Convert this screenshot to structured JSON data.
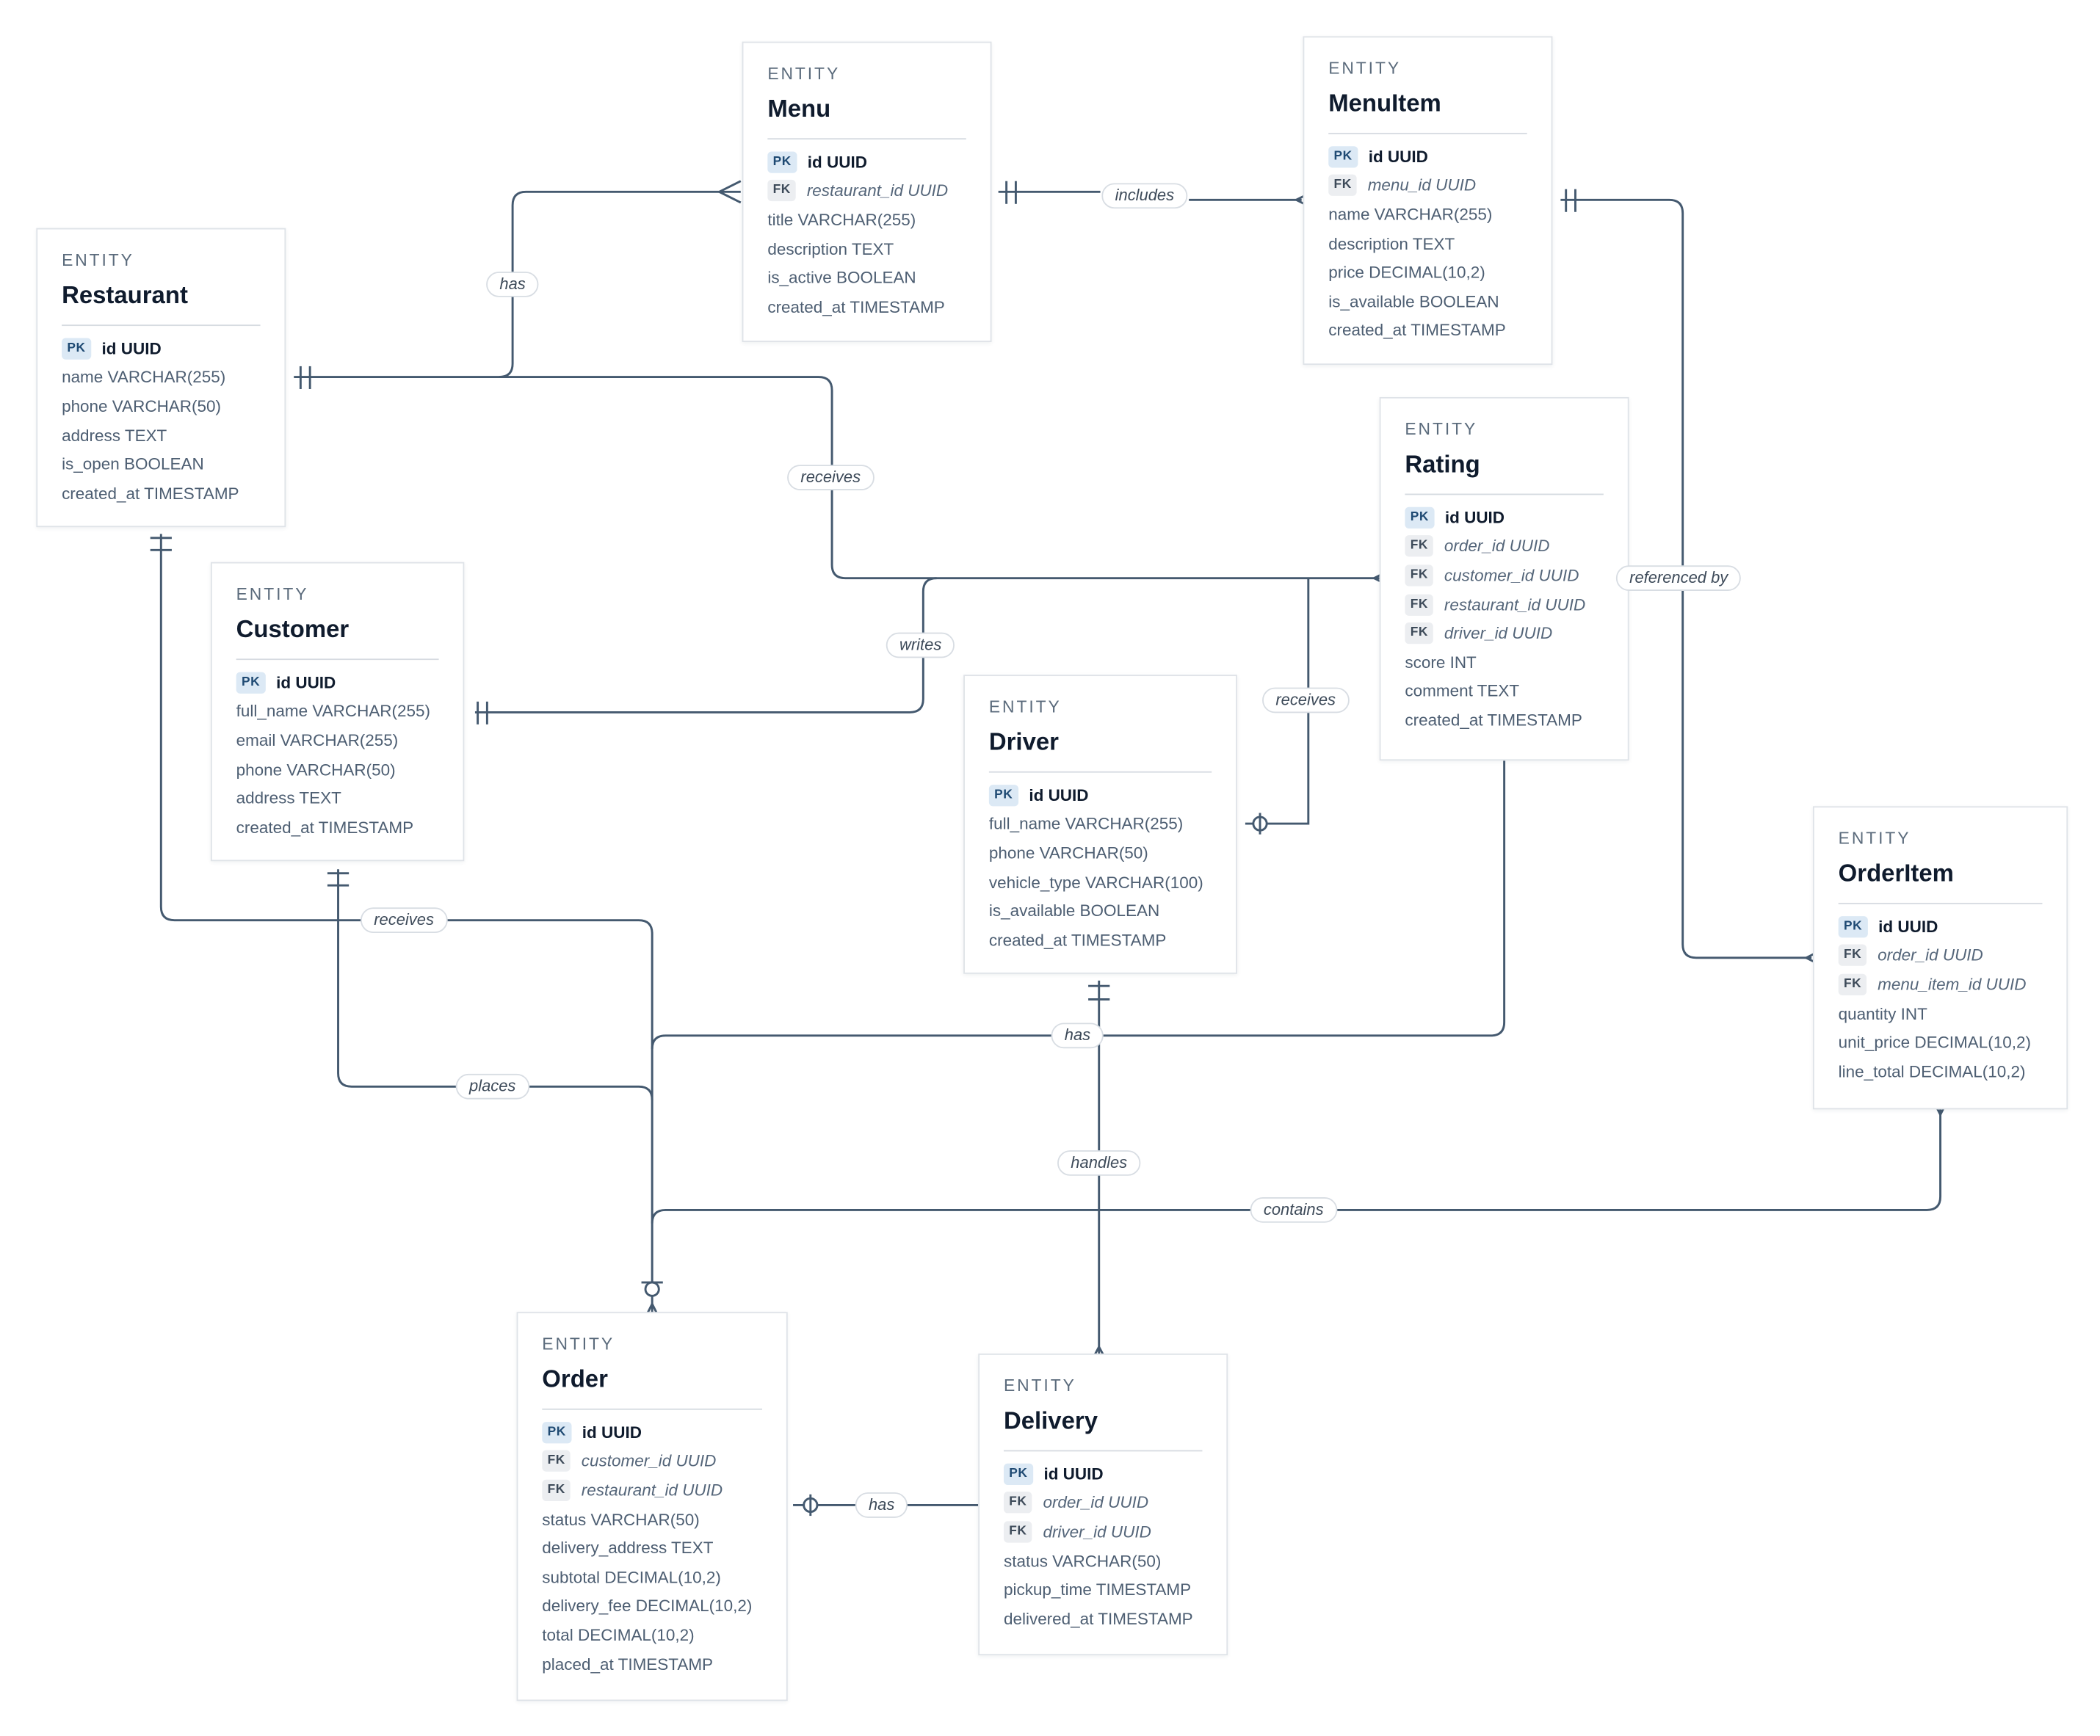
{
  "entity_kind_label": "ENTITY",
  "entities": {
    "menu": {
      "name": "Menu",
      "attributes": [
        {
          "key": "PK",
          "name": "id UUID"
        },
        {
          "key": "FK",
          "name": "restaurant_id UUID"
        },
        {
          "key": "",
          "name": "title VARCHAR(255)"
        },
        {
          "key": "",
          "name": "description TEXT"
        },
        {
          "key": "",
          "name": "is_active BOOLEAN"
        },
        {
          "key": "",
          "name": "created_at TIMESTAMP"
        }
      ]
    },
    "menuitem": {
      "name": "MenuItem",
      "attributes": [
        {
          "key": "PK",
          "name": "id UUID"
        },
        {
          "key": "FK",
          "name": "menu_id UUID"
        },
        {
          "key": "",
          "name": "name VARCHAR(255)"
        },
        {
          "key": "",
          "name": "description TEXT"
        },
        {
          "key": "",
          "name": "price DECIMAL(10,2)"
        },
        {
          "key": "",
          "name": "is_available BOOLEAN"
        },
        {
          "key": "",
          "name": "created_at TIMESTAMP"
        }
      ]
    },
    "restaurant": {
      "name": "Restaurant",
      "attributes": [
        {
          "key": "PK",
          "name": "id UUID"
        },
        {
          "key": "",
          "name": "name VARCHAR(255)"
        },
        {
          "key": "",
          "name": "phone VARCHAR(50)"
        },
        {
          "key": "",
          "name": "address TEXT"
        },
        {
          "key": "",
          "name": "is_open BOOLEAN"
        },
        {
          "key": "",
          "name": "created_at TIMESTAMP"
        }
      ]
    },
    "rating": {
      "name": "Rating",
      "attributes": [
        {
          "key": "PK",
          "name": "id UUID"
        },
        {
          "key": "FK",
          "name": "order_id UUID"
        },
        {
          "key": "FK",
          "name": "customer_id UUID"
        },
        {
          "key": "FK",
          "name": "restaurant_id UUID"
        },
        {
          "key": "FK",
          "name": "driver_id UUID"
        },
        {
          "key": "",
          "name": "score INT"
        },
        {
          "key": "",
          "name": "comment TEXT"
        },
        {
          "key": "",
          "name": "created_at TIMESTAMP"
        }
      ]
    },
    "customer": {
      "name": "Customer",
      "attributes": [
        {
          "key": "PK",
          "name": "id UUID"
        },
        {
          "key": "",
          "name": "full_name VARCHAR(255)"
        },
        {
          "key": "",
          "name": "email VARCHAR(255)"
        },
        {
          "key": "",
          "name": "phone VARCHAR(50)"
        },
        {
          "key": "",
          "name": "address TEXT"
        },
        {
          "key": "",
          "name": "created_at TIMESTAMP"
        }
      ]
    },
    "driver": {
      "name": "Driver",
      "attributes": [
        {
          "key": "PK",
          "name": "id UUID"
        },
        {
          "key": "",
          "name": "full_name VARCHAR(255)"
        },
        {
          "key": "",
          "name": "phone VARCHAR(50)"
        },
        {
          "key": "",
          "name": "vehicle_type VARCHAR(100)"
        },
        {
          "key": "",
          "name": "is_available BOOLEAN"
        },
        {
          "key": "",
          "name": "created_at TIMESTAMP"
        }
      ]
    },
    "orderitem": {
      "name": "OrderItem",
      "attributes": [
        {
          "key": "PK",
          "name": "id UUID"
        },
        {
          "key": "FK",
          "name": "order_id UUID"
        },
        {
          "key": "FK",
          "name": "menu_item_id UUID"
        },
        {
          "key": "",
          "name": "quantity INT"
        },
        {
          "key": "",
          "name": "unit_price DECIMAL(10,2)"
        },
        {
          "key": "",
          "name": "line_total DECIMAL(10,2)"
        }
      ]
    },
    "order": {
      "name": "Order",
      "attributes": [
        {
          "key": "PK",
          "name": "id UUID"
        },
        {
          "key": "FK",
          "name": "customer_id UUID"
        },
        {
          "key": "FK",
          "name": "restaurant_id UUID"
        },
        {
          "key": "",
          "name": "status VARCHAR(50)"
        },
        {
          "key": "",
          "name": "delivery_address TEXT"
        },
        {
          "key": "",
          "name": "subtotal DECIMAL(10,2)"
        },
        {
          "key": "",
          "name": "delivery_fee DECIMAL(10,2)"
        },
        {
          "key": "",
          "name": "total DECIMAL(10,2)"
        },
        {
          "key": "",
          "name": "placed_at TIMESTAMP"
        }
      ]
    },
    "delivery": {
      "name": "Delivery",
      "attributes": [
        {
          "key": "PK",
          "name": "id UUID"
        },
        {
          "key": "FK",
          "name": "order_id UUID"
        },
        {
          "key": "FK",
          "name": "driver_id UUID"
        },
        {
          "key": "",
          "name": "status VARCHAR(50)"
        },
        {
          "key": "",
          "name": "pickup_time TIMESTAMP"
        },
        {
          "key": "",
          "name": "delivered_at TIMESTAMP"
        }
      ]
    }
  },
  "relationships": [
    {
      "id": "r-has-menu",
      "from": "Restaurant",
      "to": "Menu",
      "label": "has",
      "cardinality": "one-to-many"
    },
    {
      "id": "r-includes",
      "from": "Menu",
      "to": "MenuItem",
      "label": "includes",
      "cardinality": "one-to-many"
    },
    {
      "id": "r-referenced-by",
      "from": "MenuItem",
      "to": "OrderItem",
      "label": "referenced by",
      "cardinality": "one-to-many"
    },
    {
      "id": "r-receives-rating",
      "from": "Restaurant",
      "to": "Rating",
      "label": "receives",
      "cardinality": "one-to-many"
    },
    {
      "id": "r-writes",
      "from": "Customer",
      "to": "Rating",
      "label": "writes",
      "cardinality": "one-to-many"
    },
    {
      "id": "r-driver-receives",
      "from": "Driver",
      "to": "Rating",
      "label": "receives",
      "cardinality": "zero-or-one-to-many"
    },
    {
      "id": "r-receives-order",
      "from": "Restaurant",
      "to": "Order",
      "label": "receives",
      "cardinality": "one-to-many"
    },
    {
      "id": "r-places",
      "from": "Customer",
      "to": "Order",
      "label": "places",
      "cardinality": "one-to-many"
    },
    {
      "id": "r-rating-has",
      "from": "Rating",
      "to": "Order",
      "label": "has",
      "cardinality": "one-to-zero-or-one"
    },
    {
      "id": "r-handles",
      "from": "Driver",
      "to": "Delivery",
      "label": "handles",
      "cardinality": "one-to-many"
    },
    {
      "id": "r-contains",
      "from": "Order",
      "to": "OrderItem",
      "label": "contains",
      "cardinality": "one-to-many"
    },
    {
      "id": "r-order-delivery",
      "from": "Delivery",
      "to": "Order",
      "label": "has",
      "cardinality": "one-to-zero-or-one"
    }
  ],
  "colors": {
    "edge": "#44596f",
    "pk_badge": "#dce9f5",
    "fk_badge": "#eceef1",
    "title": "#0f1b2d",
    "text": "#4d5e72"
  }
}
